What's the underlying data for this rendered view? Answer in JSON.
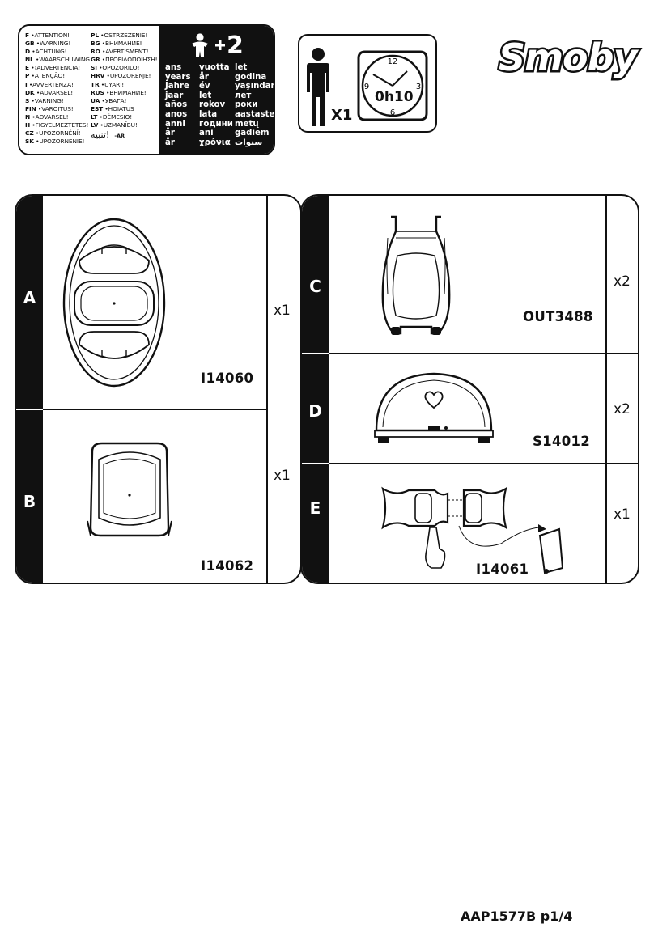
{
  "warnings": {
    "left": [
      {
        "code": "F",
        "text": "ATTENTION!"
      },
      {
        "code": "GB",
        "text": "WARNING!"
      },
      {
        "code": "D",
        "text": "ACHTUNG!"
      },
      {
        "code": "NL",
        "text": "WAARSCHUWING!"
      },
      {
        "code": "E",
        "text": "¡ADVERTENCIA!"
      },
      {
        "code": "P",
        "text": "ATENÇÃO!"
      },
      {
        "code": "I",
        "text": "AVVERTENZA!"
      },
      {
        "code": "DK",
        "text": "ADVARSEL!"
      },
      {
        "code": "S",
        "text": "VARNING!"
      },
      {
        "code": "FIN",
        "text": "VAROITUS!"
      },
      {
        "code": "N",
        "text": "ADVARSEL!"
      },
      {
        "code": "H",
        "text": "FIGYELMEZTETES!"
      },
      {
        "code": "CZ",
        "text": "UPOZORNĚNÍ!"
      },
      {
        "code": "SK",
        "text": "UPOZORNENIE!"
      }
    ],
    "right": [
      {
        "code": "PL",
        "text": "OSTRZEŻENIE!"
      },
      {
        "code": "BG",
        "text": "ВНИМАНИЕ!"
      },
      {
        "code": "RO",
        "text": "AVERTISMENT!"
      },
      {
        "code": "GR",
        "text": "ΠΡΟΕΙΔΟΠΟΙΗΣΗ!"
      },
      {
        "code": "SI",
        "text": "OPOZORILO!"
      },
      {
        "code": "HRV",
        "text": "UPOZORENJE!"
      },
      {
        "code": "TR",
        "text": "UYARI!"
      },
      {
        "code": "RUS",
        "text": "ВНИМАНИЕ!"
      },
      {
        "code": "UA",
        "text": "УВАГА!"
      },
      {
        "code": "EST",
        "text": "HOIATUS"
      },
      {
        "code": "LT",
        "text": "DĖMESIO!"
      },
      {
        "code": "LV",
        "text": "UZMANĪBU!"
      }
    ],
    "arabic": {
      "text": "!تنبيه",
      "code": "AR"
    }
  },
  "age": {
    "number": "2",
    "plus": "+",
    "years_col1": [
      "ans",
      "years",
      "Jahre",
      "jaar",
      "años",
      "anos",
      "anni",
      "år",
      "år"
    ],
    "years_col2": [
      "vuotta",
      "år",
      "év",
      "let",
      "rokov",
      "lata",
      "години",
      "ani",
      "χρόνια"
    ],
    "years_col3": [
      "let",
      "godina",
      "yaşından",
      "лет",
      "роки",
      "aastastele",
      "metų",
      "gadiem",
      "سنوات"
    ]
  },
  "assembly": {
    "persons": "X1",
    "time": "0h10",
    "clock_numbers": [
      "12",
      "3",
      "6",
      "9"
    ]
  },
  "brand": {
    "logo": "Smoby"
  },
  "parts": [
    {
      "letter": "A",
      "code": "I14060",
      "qty": "x1"
    },
    {
      "letter": "B",
      "code": "I14062",
      "qty": "x1"
    },
    {
      "letter": "C",
      "code": "OUT3488",
      "qty": "x2"
    },
    {
      "letter": "D",
      "code": "S14012",
      "qty": "x2"
    },
    {
      "letter": "E",
      "code": "I14061",
      "qty": "x1"
    }
  ],
  "footer": {
    "ref": "AAP1577B p1/4"
  },
  "colors": {
    "ink": "#111111",
    "paper": "#ffffff"
  }
}
